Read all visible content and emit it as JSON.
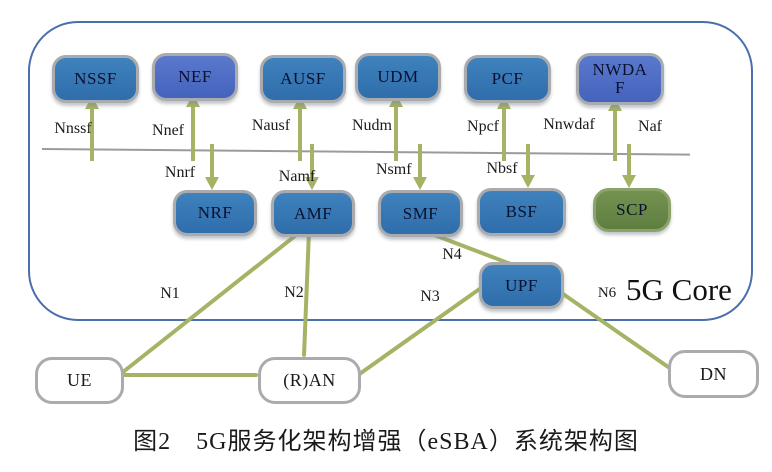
{
  "figure": {
    "core_label": "5G Core",
    "caption": "图2　5G服务化架构增强（eSBA）系统架构图"
  },
  "nodes": [
    {
      "id": "nssf",
      "label": "NSSF"
    },
    {
      "id": "nef",
      "label": "NEF"
    },
    {
      "id": "ausf",
      "label": "AUSF"
    },
    {
      "id": "udm",
      "label": "UDM"
    },
    {
      "id": "pcf",
      "label": "PCF"
    },
    {
      "id": "nwdaf",
      "label": "NWDAF"
    },
    {
      "id": "nrf",
      "label": "NRF"
    },
    {
      "id": "amf",
      "label": "AMF"
    },
    {
      "id": "smf",
      "label": "SMF"
    },
    {
      "id": "bsf",
      "label": "BSF"
    },
    {
      "id": "scp",
      "label": "SCP"
    },
    {
      "id": "upf",
      "label": "UPF"
    },
    {
      "id": "ue",
      "label": "UE"
    },
    {
      "id": "ran",
      "label": "(R)AN"
    },
    {
      "id": "dn",
      "label": "DN"
    }
  ],
  "interfaces": [
    "Nnssf",
    "Nnef",
    "Nausf",
    "Nudm",
    "Npcf",
    "Nnwdaf",
    "Naf",
    "Nnrf",
    "Namf",
    "Nsmf",
    "Nbsf"
  ],
  "references": [
    "N1",
    "N2",
    "N3",
    "N4",
    "N6"
  ],
  "colors": {
    "nf_blue": "#3578b5",
    "nf_purple": "#4d6cc4",
    "scp_green": "#6d8e4b",
    "line_olive": "#a4b464",
    "core_border": "#4a6fab",
    "box_border_gray": "#a9abae"
  }
}
